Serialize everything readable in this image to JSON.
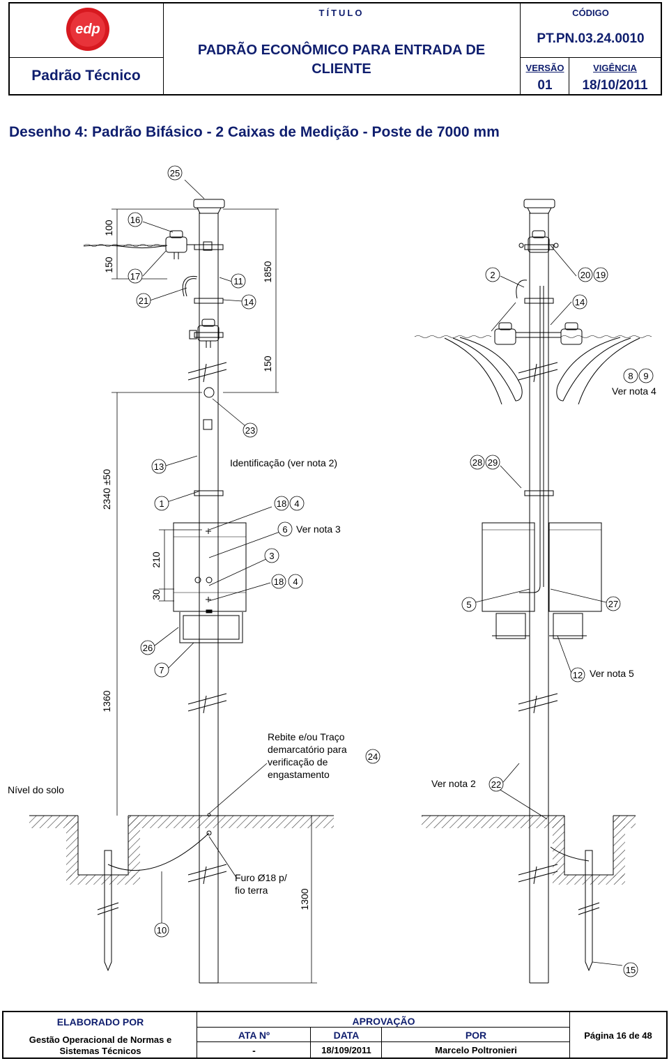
{
  "header": {
    "brand": "edp",
    "standard_label": "Padrão Técnico",
    "title_caption": "TÍTULO",
    "title": "PADRÃO ECONÔMICO PARA ENTRADA DE CLIENTE",
    "code_caption": "CÓDIGO",
    "code": "PT.PN.03.24.0010",
    "version_caption": "VERSÃO",
    "version": "01",
    "validity_caption": "VIGÊNCIA",
    "validity": "18/10/2011"
  },
  "drawing_title": "Desenho 4: Padrão Bifásico - 2 Caixas de Medição - Poste de 7000 mm",
  "dimensions": {
    "d100": "100",
    "d150a": "150",
    "d1850": "1850",
    "d150b": "150",
    "d2340": "2340 ±50",
    "d210": "210",
    "d30": "30",
    "d1360": "1360",
    "d1300": "1300"
  },
  "callouts": {
    "c25": "25",
    "c16": "16",
    "c17": "17",
    "c11": "11",
    "c21": "21",
    "c14a": "14",
    "c2": "2",
    "c20": "20",
    "c19": "19",
    "c14b": "14",
    "c8": "8",
    "c9": "9",
    "c23": "23",
    "c13": "13",
    "c1": "1",
    "c18a": "18",
    "c4a": "4",
    "c28": "28",
    "c29": "29",
    "c6": "6",
    "c3": "3",
    "c18b": "18",
    "c4b": "4",
    "c5": "5",
    "c27": "27",
    "c26": "26",
    "c7": "7",
    "c12": "12",
    "c24": "24",
    "c22": "22",
    "c10": "10",
    "c15": "15"
  },
  "notes": {
    "ver_nota_4": "Ver nota 4",
    "identificacao": "Identificação (ver nota 2)",
    "ver_nota_3": "Ver nota 3",
    "ver_nota_5": "Ver nota 5",
    "rebite_1": "Rebite e/ou Traço",
    "rebite_2": "demarcatório para",
    "rebite_3": "verificação de",
    "rebite_4": "engastamento",
    "nivel_solo": "Nível do solo",
    "ver_nota_2": "Ver nota 2",
    "furo_1": "Furo Ø18 p/",
    "furo_2": "fio terra"
  },
  "footer": {
    "elaborated_caption": "ELABORADO POR",
    "elaborated_by_1": "Gestão Operacional de Normas e",
    "elaborated_by_2": "Sistemas Técnicos",
    "approval_caption": "APROVAÇÃO",
    "ata_caption": "ATA Nº",
    "ata_value": "-",
    "date_caption": "DATA",
    "date_value": "18/109/2011",
    "by_caption": "POR",
    "by_value": "Marcelo Poltronieri",
    "page": "Página 16 de 48"
  }
}
